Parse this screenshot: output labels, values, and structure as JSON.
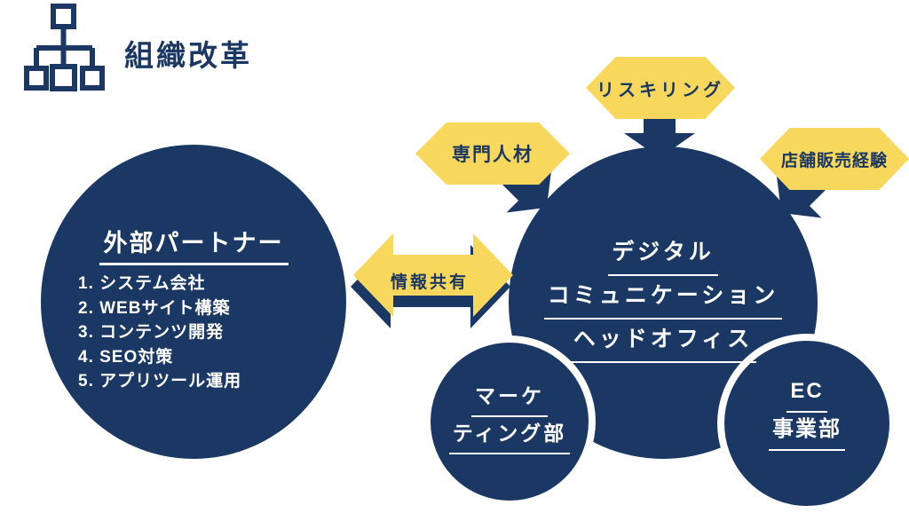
{
  "colors": {
    "navy": "#1b3864",
    "yellow": "#f8d85c",
    "text_on_navy": "#ffffff"
  },
  "header": {
    "title": "組織改革",
    "icon": "org-chart-icon"
  },
  "left_circle": {
    "title": "外部パートナー",
    "items": [
      "1. システム会社",
      "2. WEBサイト構築",
      "3. コンテンツ開発",
      "4. SEO対策",
      "5. アプリツール運用"
    ]
  },
  "info_arrow": {
    "label": "情報共有"
  },
  "right_circle": {
    "line1": "デジタル",
    "line2": "コミュニケーション",
    "line3": "ヘッドオフィス"
  },
  "hexagons": {
    "specialist": {
      "label": "専門人材"
    },
    "reskilling": {
      "label": "リスキリング"
    },
    "retail": {
      "label": "店舗販売経験"
    }
  },
  "sub_circles": {
    "marketing": {
      "line1": "マーケ",
      "line2": "ティング部"
    },
    "ec": {
      "line1": "EC",
      "line2": "事業部"
    }
  }
}
